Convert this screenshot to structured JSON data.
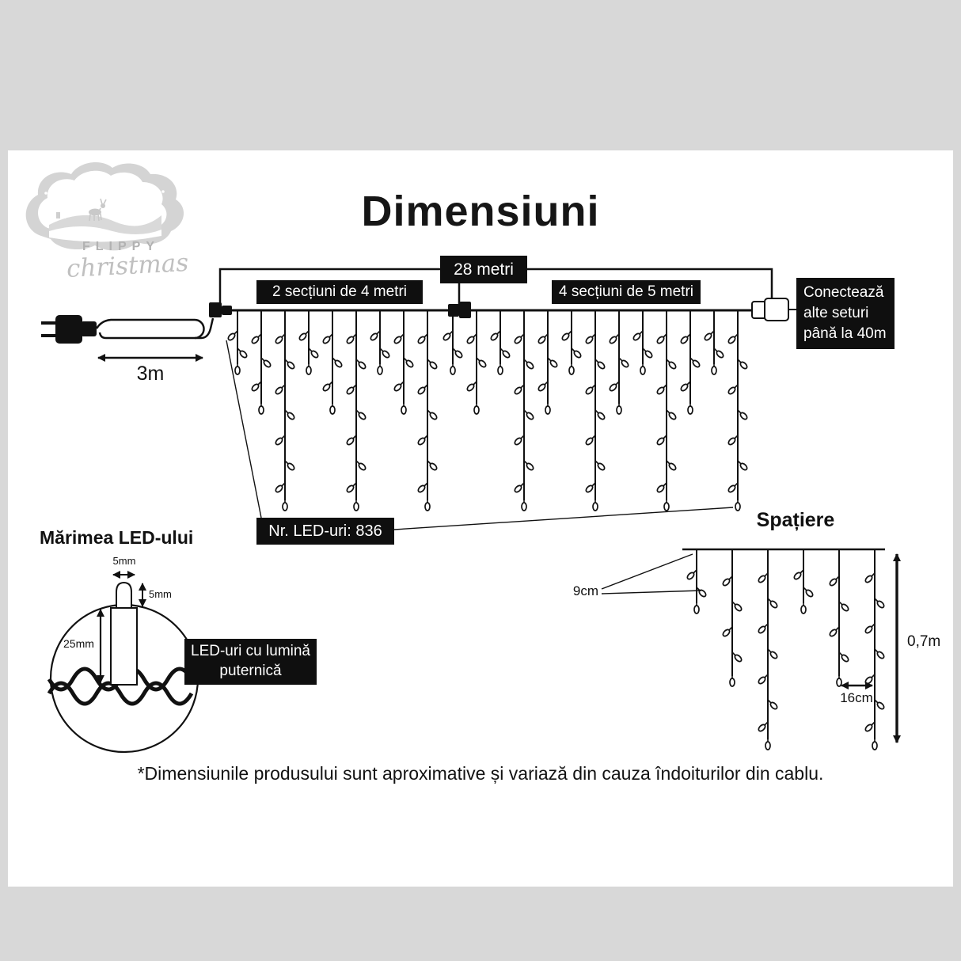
{
  "page": {
    "title": "Dimensiuni",
    "disclaimer": "*Dimensiunile produsului sunt aproximative și variază din cauza îndoiturilor din cablu.",
    "background": "#d8d8d8",
    "surface": "#ffffff"
  },
  "logo": {
    "brand": "FLIPPY",
    "script": "christmas"
  },
  "curtain": {
    "total_span": "28 metri",
    "left_sections": "2 secțiuni de 4 metri",
    "right_sections": "4 secțiuni de 5 metri",
    "lead_length": "3m",
    "led_count": "Nr. LED-uri: 836",
    "connect_note": [
      "Conectează",
      "alte seturi",
      "până la 40m"
    ]
  },
  "spacing": {
    "title": "Spațiere",
    "led_gap": "9cm",
    "drop_gap": "16cm",
    "drop_height": "0,7m"
  },
  "led_size": {
    "title": "Mărimea LED-ului",
    "bulb_width": "5mm",
    "bulb_height": "5mm",
    "body_height": "25mm",
    "note": [
      "LED-uri cu lumină",
      "puternică"
    ]
  },
  "colors": {
    "ink": "#111111",
    "label_bg": "#0f0f0f",
    "label_text": "#ffffff",
    "logo_gray": "#c0c0c0"
  }
}
